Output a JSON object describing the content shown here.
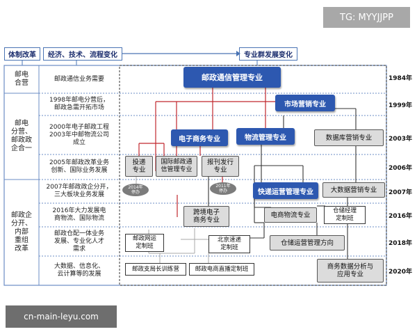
{
  "watermark_top": "TG: MYYJJPP",
  "watermark_bottom": "cn-main-leyu.com",
  "headers": {
    "reform": "体制改革",
    "tech": "经济、技术、流程变化",
    "major": "专业群发展变化"
  },
  "categories": [
    "邮电\n合营",
    "邮电\n分营、\n邮政政\n企合一",
    "邮政企\n分开、\n内部\n重组\n改革"
  ],
  "rows": [
    "邮政通信业务需要",
    "1998年邮电分营后，\n邮政急需开拓市场",
    "2000年电子邮政工程\n2003年中邮物流公司\n成立",
    "2005年邮政改革业务\n创新、国际业务发展",
    "2007年邮政政企分开，\n三大板块业务发展",
    "2016年大力发展电\n商物流、国际物流",
    "邮政仓配一体业务\n发展、专业化人才\n需求",
    "大数据、信息化、\n云计算等的发展"
  ],
  "years": [
    "1984年",
    "1999年",
    "2003年",
    "2006年",
    "2007年",
    "2016年",
    "2018年",
    "2020年"
  ],
  "majors": {
    "postal_comm": "邮政通信管理专业",
    "marketing": "市场营销专业",
    "ecommerce": "电子商务专业",
    "logistics": "物流管理专业",
    "database": "数据库营销专业",
    "delivery": "投递\n专业",
    "intl_postal": "国际邮政通\n信管理专业",
    "newspaper": "报刊发行\n专业",
    "express": "快递运营管理专业",
    "bigdata_mkt": "大数据营销专业",
    "crossborder": "跨境电子\n商务专业",
    "ec_logistics": "电商物流专业",
    "warehouse_cls": "仓储经理\n定制班",
    "postal_net_cls": "邮政网运\n定制班",
    "beijing_cls": "北京速递\n定制班",
    "warehouse_ops": "仓储运营管理方向",
    "branch_camp": "邮政支局长训练营",
    "livestream_cls": "邮政电商直播定制班",
    "bizdata": "商务数据分析与\n应用专业"
  },
  "badges": {
    "badge2014": "2014年\n停办",
    "badge2011": "2011年\n停办"
  }
}
